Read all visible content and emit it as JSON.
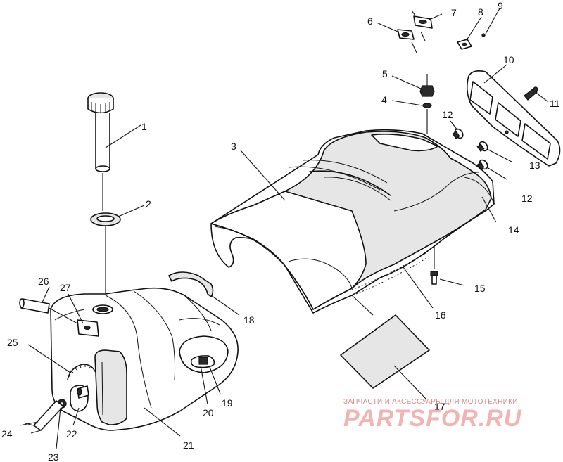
{
  "diagram": {
    "callouts": {
      "c1": "1",
      "c2": "2",
      "c3": "3",
      "c4": "4",
      "c5": "5",
      "c6": "6",
      "c7": "7",
      "c8": "8",
      "c9": "9",
      "c10": "10",
      "c11": "11",
      "c12a": "12",
      "c12b": "12",
      "c13": "13",
      "c14": "14",
      "c15": "15",
      "c16": "16",
      "c17": "17",
      "c18": "18",
      "c19": "19",
      "c20": "20",
      "c21": "21",
      "c22": "22",
      "c23": "23",
      "c24": "24",
      "c25": "25",
      "c26": "26",
      "c27": "27"
    }
  },
  "watermark": {
    "caption": "ЗАПЧАСТИ И АКСЕССУАРЫ ДЛЯ МОТОТЕХНИКИ",
    "logo": "PARTSFOR.RU"
  }
}
